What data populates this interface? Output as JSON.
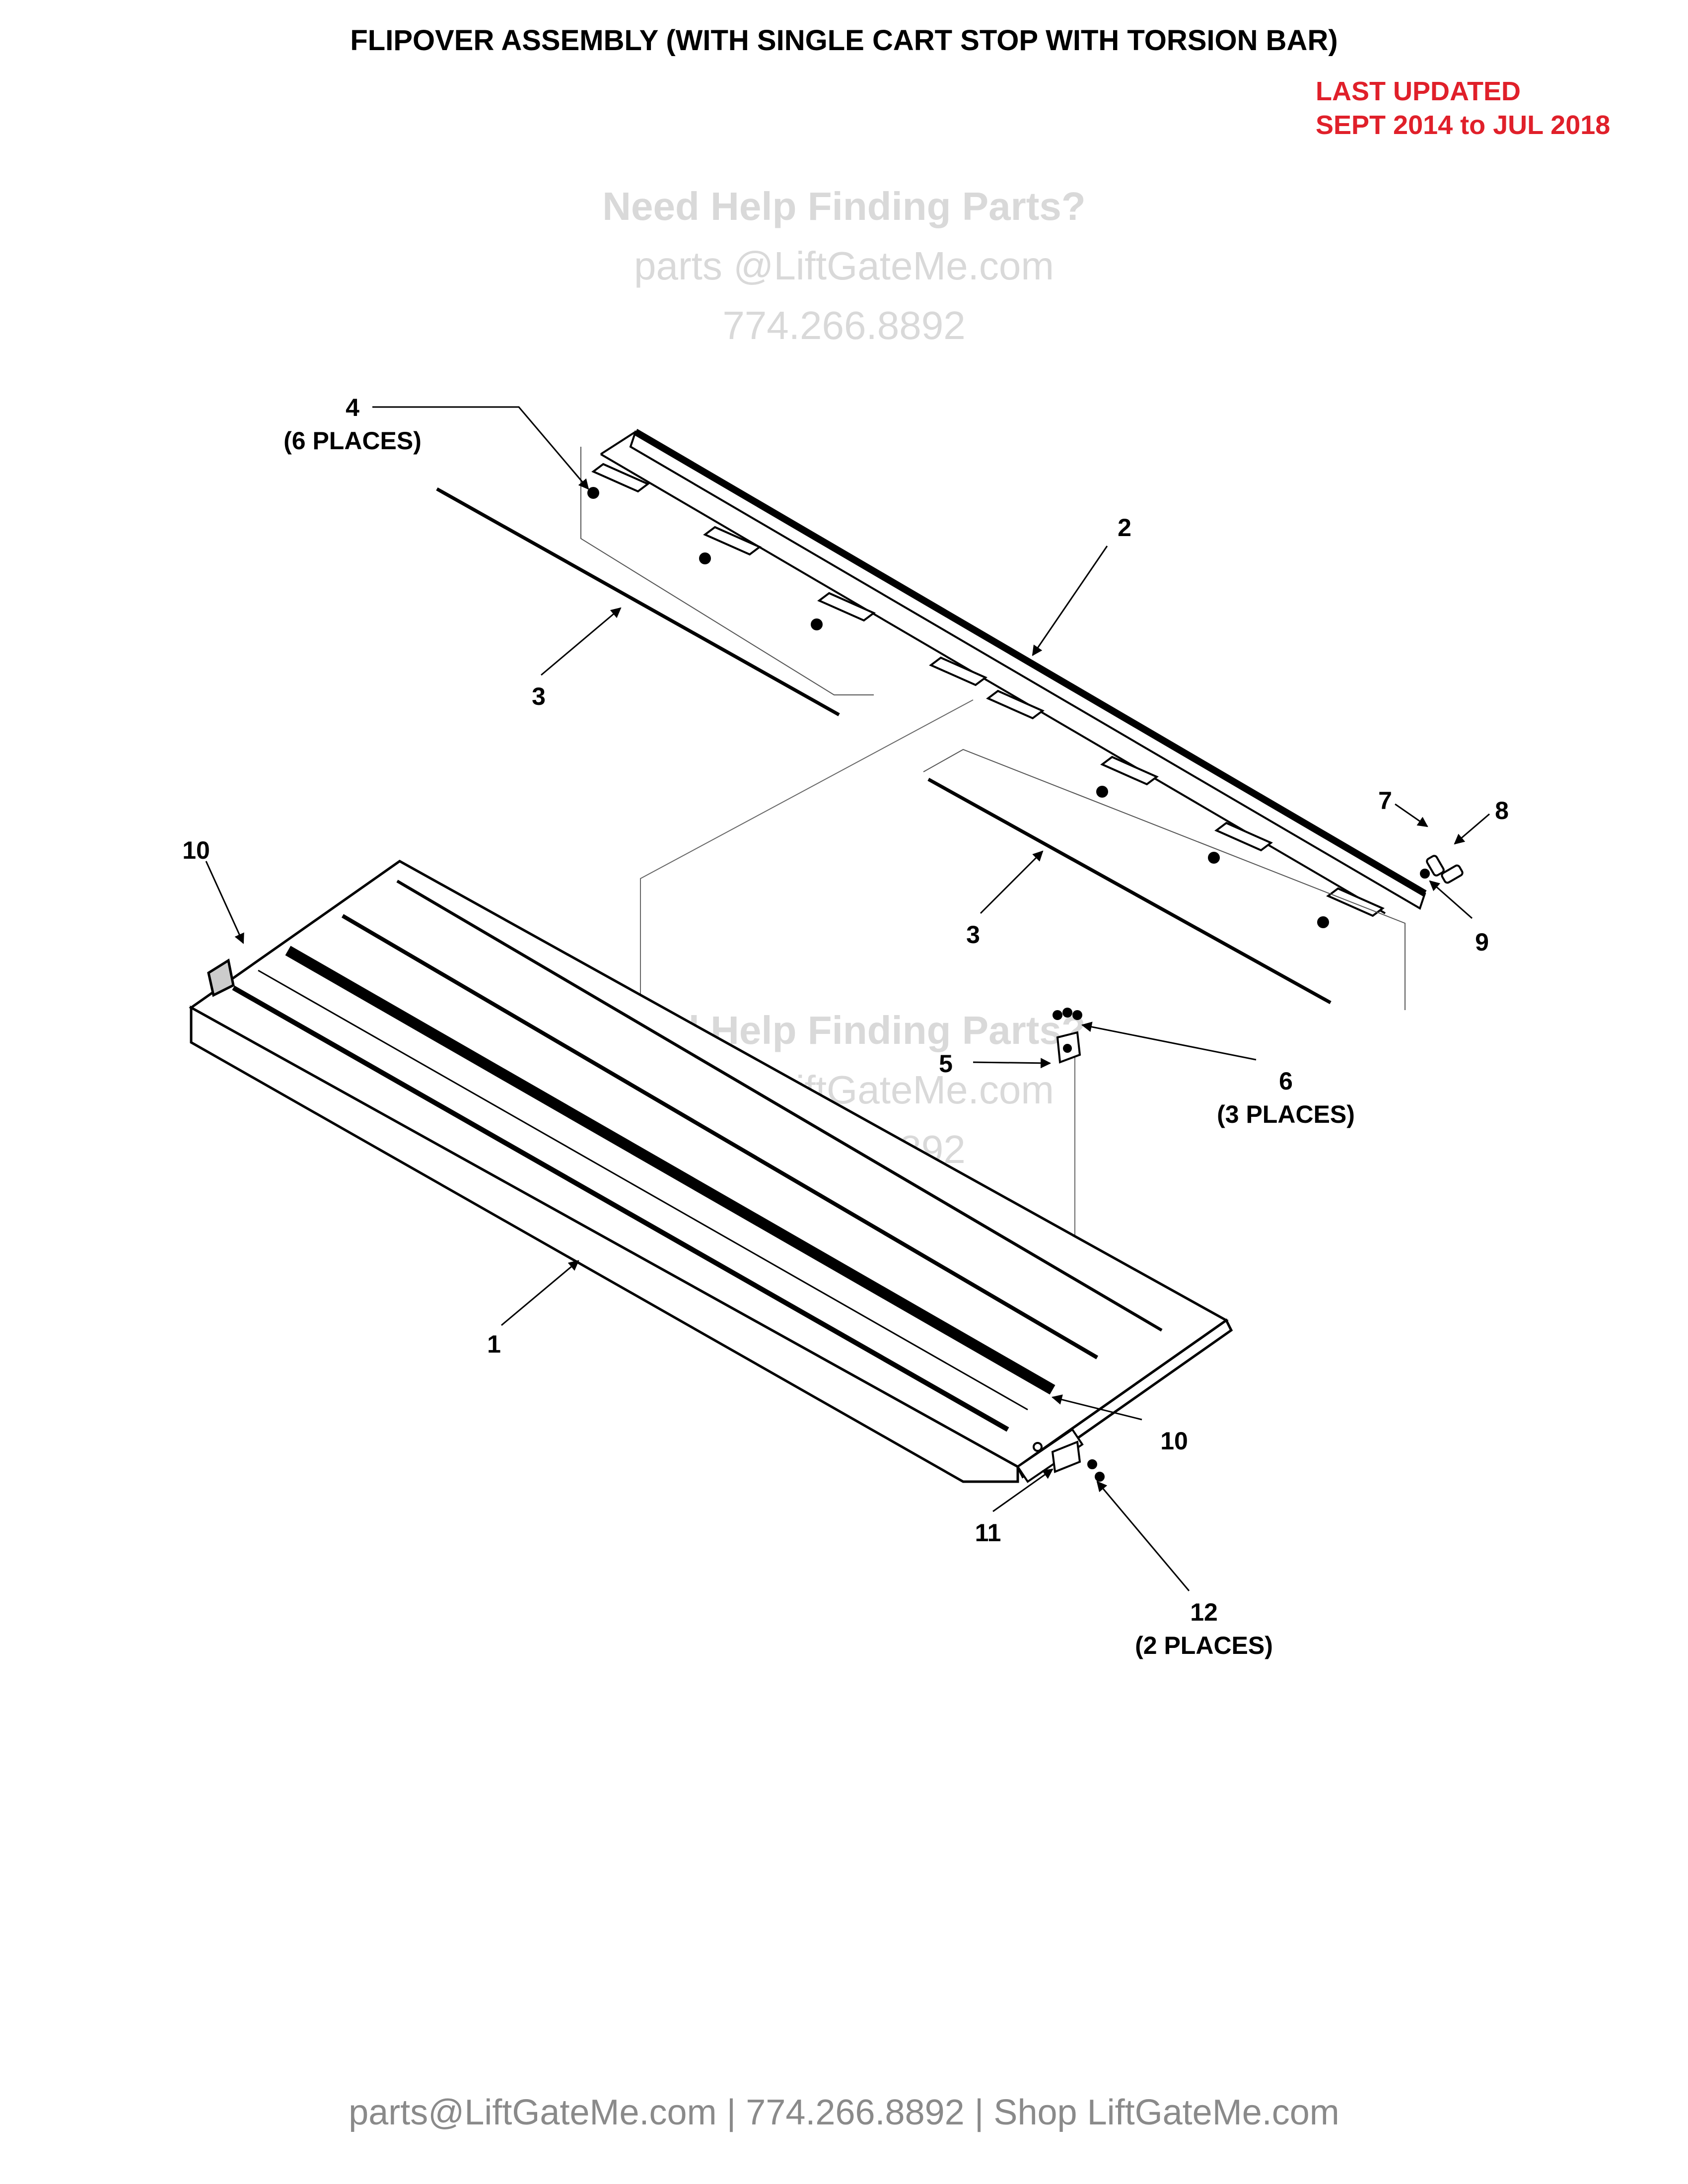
{
  "title": "FLIPOVER ASSEMBLY (WITH SINGLE CART STOP WITH TORSION BAR)",
  "last_updated": {
    "line1": "LAST UPDATED",
    "line2": "SEPT 2014 to JUL 2018"
  },
  "watermark": {
    "line1": "Need Help Finding Parts?",
    "line2": "parts @LiftGateMe.com",
    "line3": "774.266.8892"
  },
  "callouts": {
    "c1": "1",
    "c2": "2",
    "c3a": "3",
    "c3b": "3",
    "c4": "4",
    "c4_places": "(6 PLACES)",
    "c5": "5",
    "c6": "6",
    "c6_places": "(3 PLACES)",
    "c7": "7",
    "c8": "8",
    "c9": "9",
    "c10a": "10",
    "c10b": "10",
    "c11": "11",
    "c12": "12",
    "c12_places": "(2 PLACES)"
  },
  "footer": "parts@LiftGateMe.com | 774.266.8892 | Shop LiftGateMe.com"
}
